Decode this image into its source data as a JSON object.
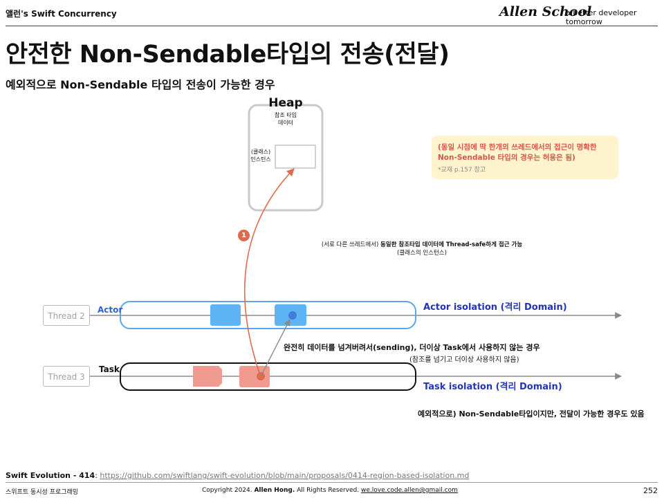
{
  "header": {
    "title": "앨런's Swift Concurrency",
    "brand": "Allen School",
    "tagline": "a better developer tomorrow"
  },
  "slide": {
    "title": "안전한 Non-Sendable타입의 전송(전달)",
    "subtitle": "예외적으로 Non-Sendable 타입의 전송이 가능한 경우"
  },
  "heap": {
    "title": "Heap",
    "sub_line1": "참조 타입",
    "sub_line2": "데이터",
    "instance_line1": "(클래스)",
    "instance_line2": "인스턴스"
  },
  "note": {
    "line1": "(동일 시점에 딱 한개의 쓰레드에서의 접근이 명확한",
    "line2": "Non-Sendable 타입의 경우는 허용은 됨)",
    "ref": "*교재 p.157 참고"
  },
  "step": {
    "number": "1"
  },
  "access_note": {
    "prefix": "(서로 다른 쓰레드에서) ",
    "bold": "동일한 참조타입 데이터에 Thread-safe하게 접근 가능",
    "line2": "(클래스의 인스턴스)"
  },
  "threads": {
    "thread2": "Thread 2",
    "thread3": "Thread 3",
    "actor_label": "Actor",
    "task_label": "Task",
    "actor_isolation": "Actor isolation (격리 Domain)",
    "task_isolation": "Task isolation (격리 Domain)"
  },
  "sending": {
    "line1": "완전히 데이터를 넘겨버려서(sending), 더이상 Task에서 사용하지 않는 경우",
    "line2": "(참조를 넘기고 더이상 사용하지 않음)"
  },
  "exception_note": "예외적으로) Non-Sendable타입이지만, 전달이 가능한 경우도 있음",
  "swift_evolution": {
    "label": "Swift Evolution - 414",
    "url": "https://github.com/swiftlang/swift-evolution/blob/main/proposals/0414-region-based-isolation.md"
  },
  "footer": {
    "left": "스위프트 동시성 프로그래밍",
    "copyright_prefix": "Copyright 2024. ",
    "author": "Allen Hong.",
    "rights": " All Rights Reserved.  ",
    "email": "we.love.code.allen@gmail.com",
    "page": "252"
  },
  "colors": {
    "accent_red": "#e06a4d",
    "actor_blue": "#5fb4f6",
    "task_pink": "#f19a90",
    "isolation_text": "#2234b8",
    "note_bg": "#fdf3cc"
  }
}
